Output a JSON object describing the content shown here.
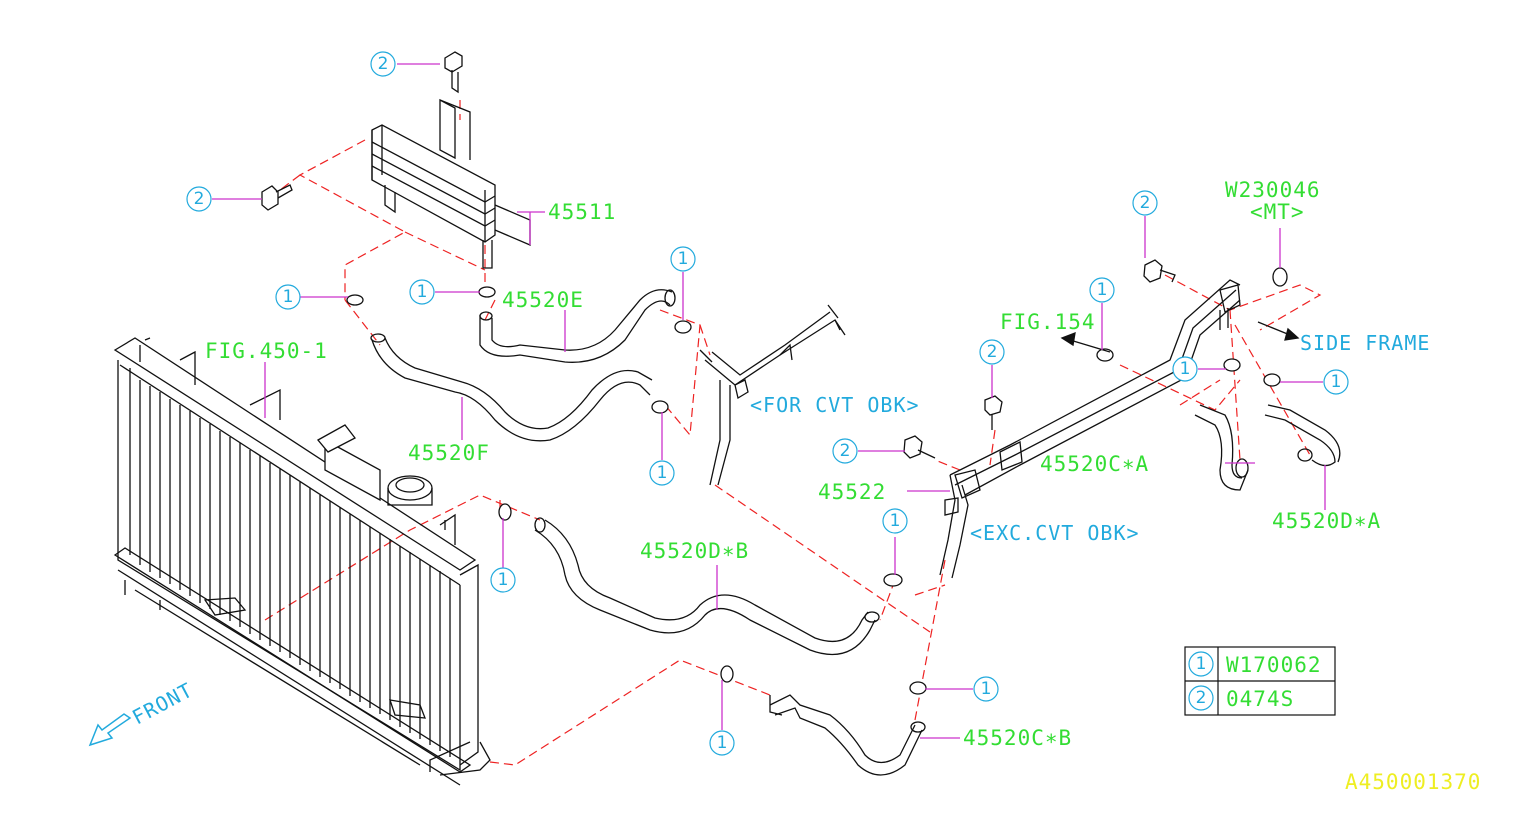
{
  "parts": {
    "p45511": "45511",
    "p45520E": "45520E",
    "p45520F": "45520F",
    "p45520DB": "45520D∗B",
    "p45522": "45522",
    "p45520CA": "45520C∗A",
    "p45520DA": "45520D∗A",
    "p45520CB": "45520C∗B",
    "fig450": "FIG.450-1",
    "fig154": "FIG.154",
    "w230046": "W230046",
    "mt": "<MT>"
  },
  "notes": {
    "for_cvt": "<FOR CVT OBK>",
    "exc_cvt": "<EXC.CVT OBK>",
    "side_frame": "SIDE FRAME",
    "front": "FRONT"
  },
  "callouts": {
    "one": "1",
    "two": "2"
  },
  "legend": {
    "rows": [
      {
        "num": "1",
        "part": "W170062"
      },
      {
        "num": "2",
        "part": "0474S"
      }
    ]
  },
  "figure_id": "A450001370",
  "colors": {
    "part_label": "#33dd33",
    "note": "#22aadd",
    "leader": "#cc33cc",
    "dashed_line": "#ee2222",
    "figure_id": "#eeee22"
  }
}
